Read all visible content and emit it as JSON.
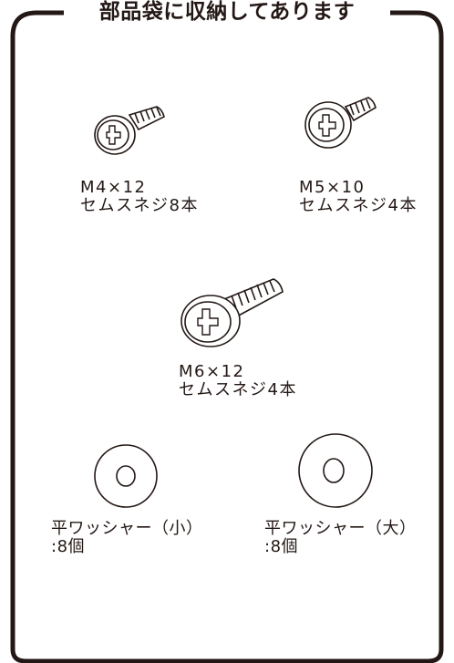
{
  "header": {
    "title": "部品袋に収納してあります"
  },
  "items": [
    {
      "line1": "M4×12",
      "line2": "セムスネジ8本"
    },
    {
      "line1": "M5×10",
      "line2": "セムスネジ4本"
    },
    {
      "line1": "M6×12",
      "line2": "セムスネジ4本"
    },
    {
      "line1": "平ワッシャー（小）",
      "line2": ":8個"
    },
    {
      "line1": "平ワッシャー（大）",
      "line2": ":8個"
    }
  ]
}
